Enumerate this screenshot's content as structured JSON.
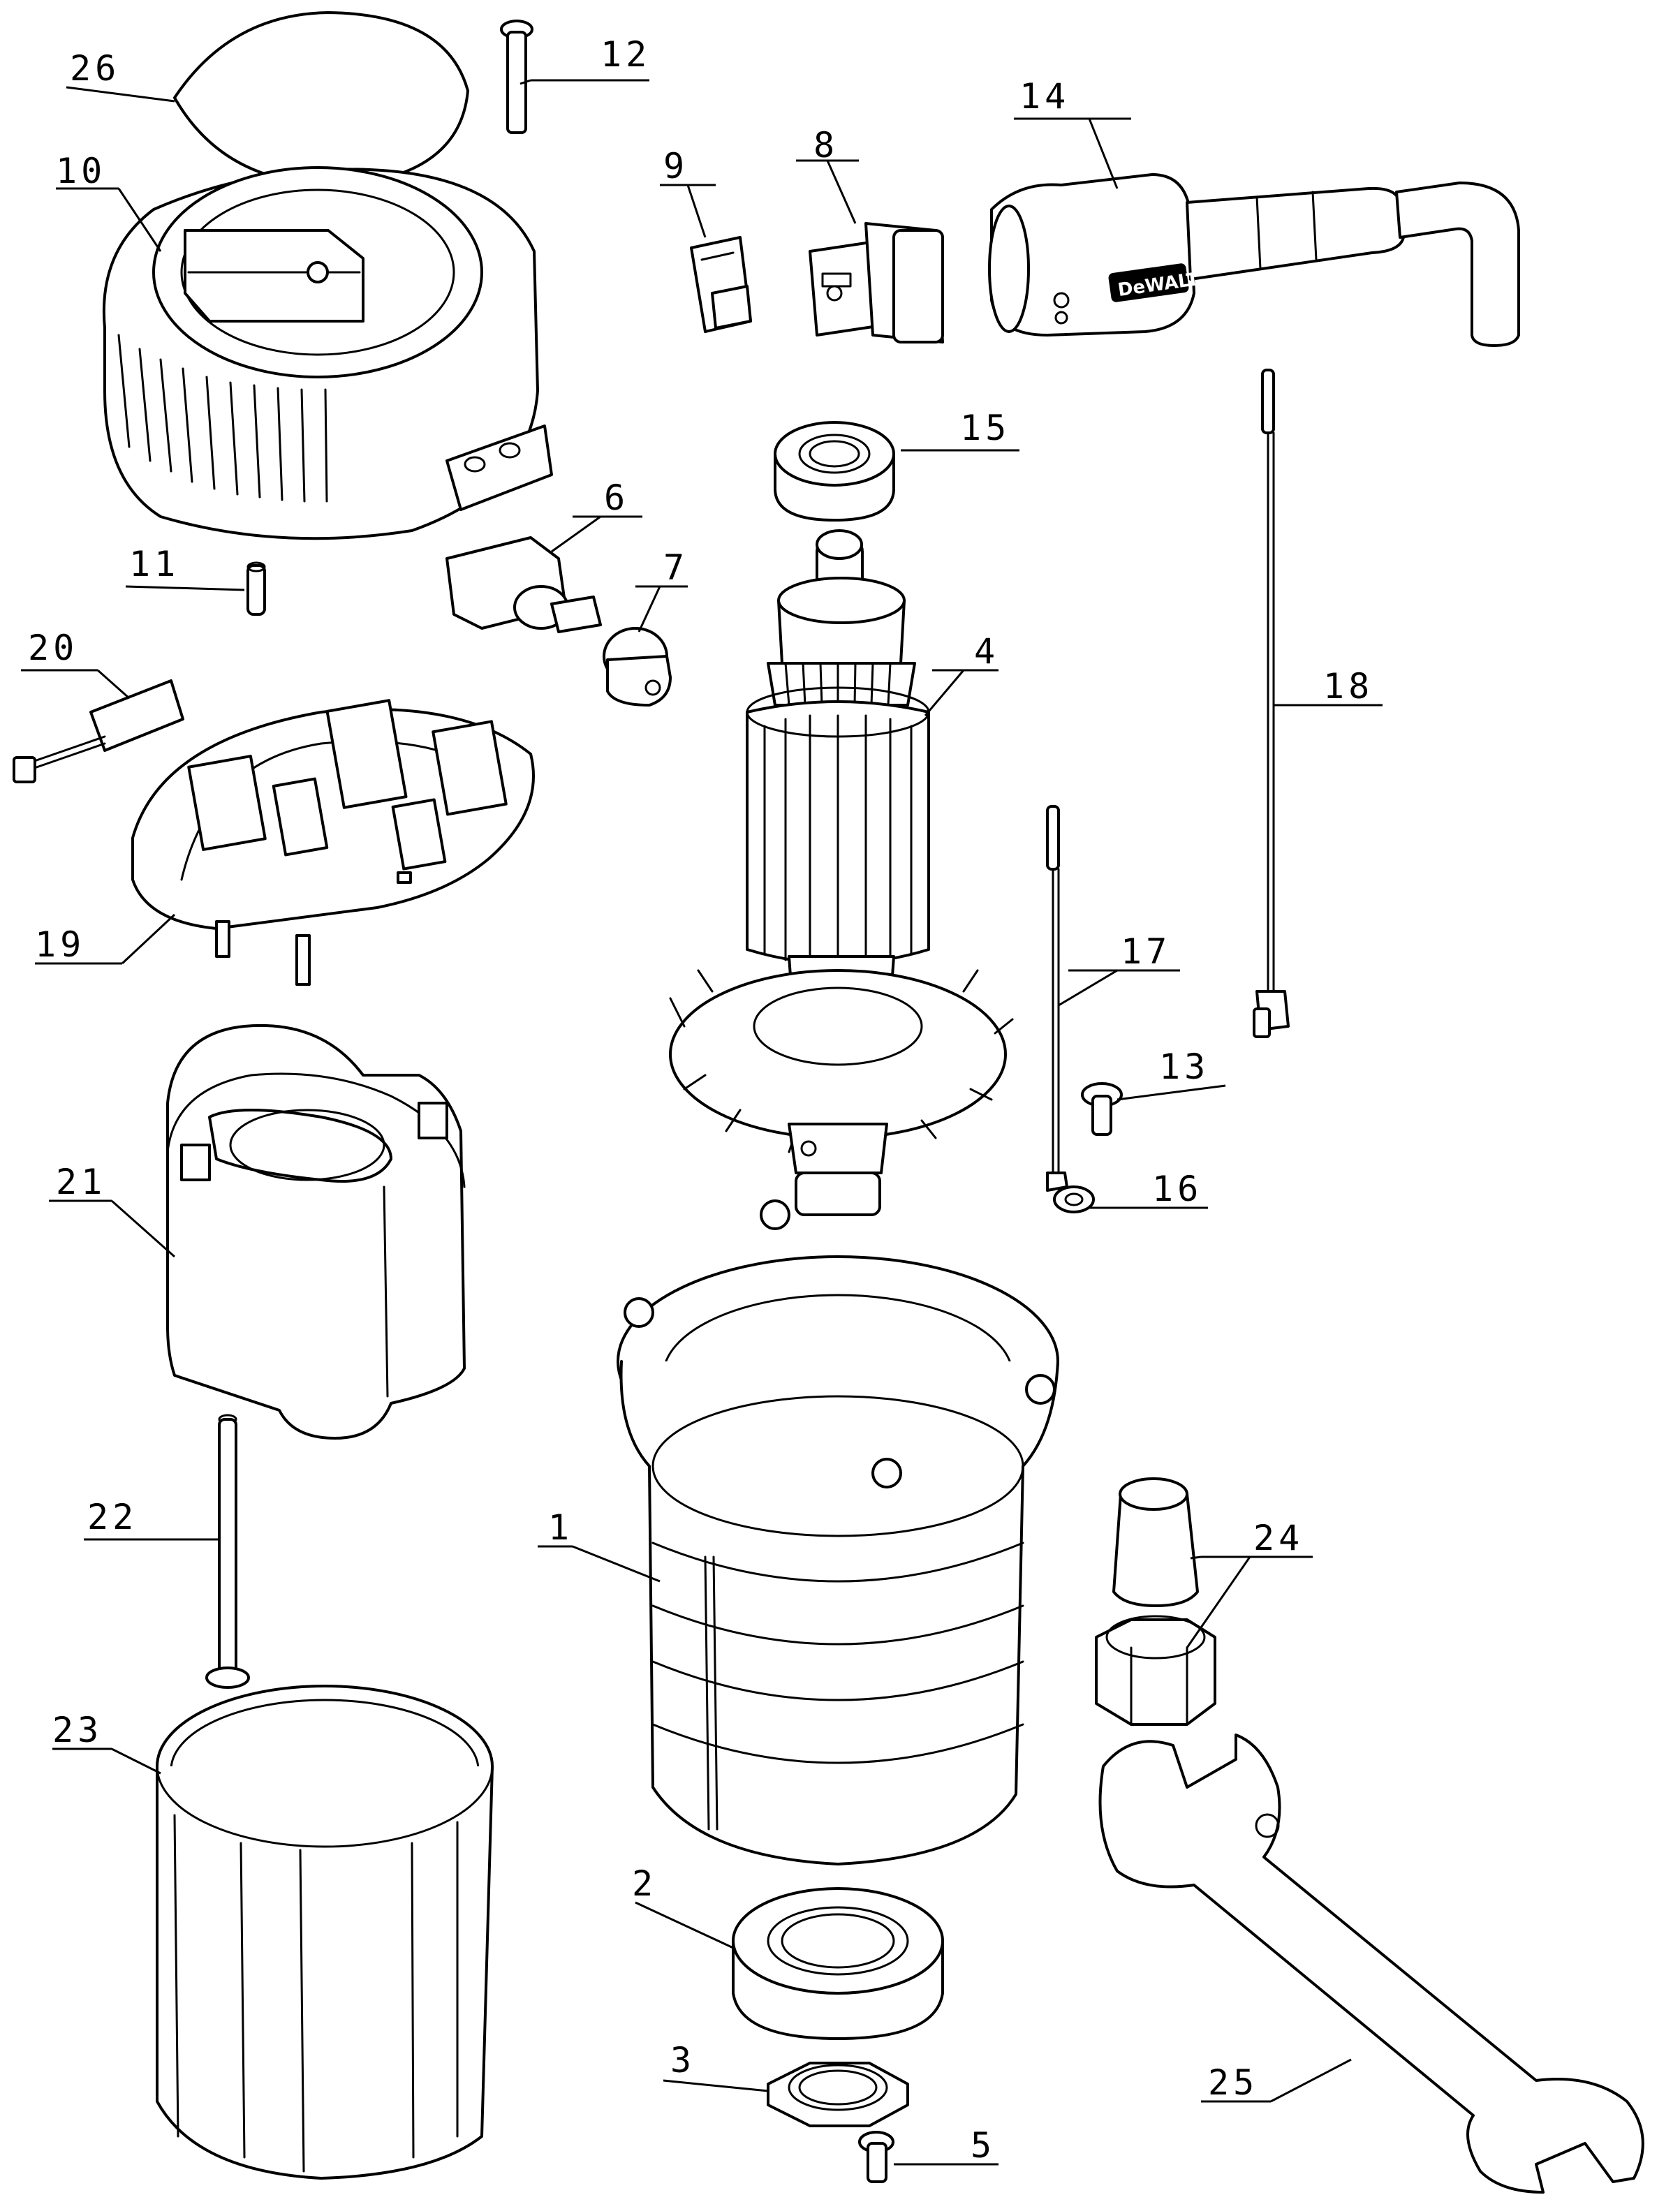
{
  "diagram": {
    "brand_label": "DeWALT",
    "callouts": [
      {
        "id": "1",
        "label": "1"
      },
      {
        "id": "2",
        "label": "2"
      },
      {
        "id": "3",
        "label": "3"
      },
      {
        "id": "4",
        "label": "4"
      },
      {
        "id": "5",
        "label": "5"
      },
      {
        "id": "6",
        "label": "6"
      },
      {
        "id": "7",
        "label": "7"
      },
      {
        "id": "8",
        "label": "8"
      },
      {
        "id": "9",
        "label": "9"
      },
      {
        "id": "10",
        "label": "10"
      },
      {
        "id": "11",
        "label": "11"
      },
      {
        "id": "12",
        "label": "12"
      },
      {
        "id": "13",
        "label": "13"
      },
      {
        "id": "14",
        "label": "14"
      },
      {
        "id": "15",
        "label": "15"
      },
      {
        "id": "16",
        "label": "16"
      },
      {
        "id": "17",
        "label": "17"
      },
      {
        "id": "18",
        "label": "18"
      },
      {
        "id": "19",
        "label": "19"
      },
      {
        "id": "20",
        "label": "20"
      },
      {
        "id": "21",
        "label": "21"
      },
      {
        "id": "22",
        "label": "22"
      },
      {
        "id": "23",
        "label": "23"
      },
      {
        "id": "24",
        "label": "24"
      },
      {
        "id": "25",
        "label": "25"
      },
      {
        "id": "26",
        "label": "26"
      }
    ]
  }
}
